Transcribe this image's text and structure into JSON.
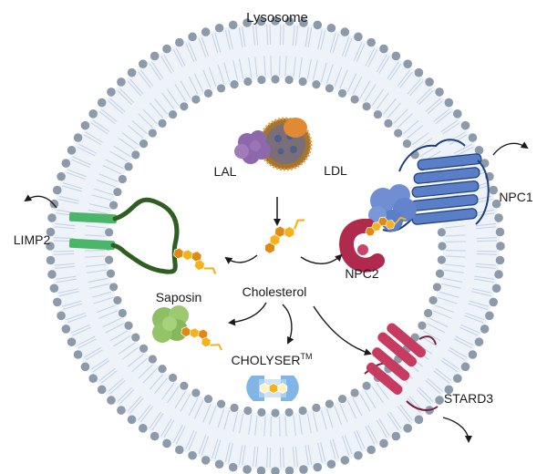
{
  "title": "Lysosome",
  "labels": {
    "lal": "LAL",
    "ldl": "LDL",
    "npc1": "NPC1",
    "npc2": "NPC2",
    "limp2": "LIMP2",
    "saposin": "Saposin",
    "cholesterol": "Cholesterol",
    "cholyser": "CHOLYSER",
    "cholyser_tm": "TM",
    "stard3": "STARD3"
  },
  "colors": {
    "lipid_head": "#8d9aaa",
    "lipid_tail": "#c7d3e3",
    "cholesterol": "#f5b21c",
    "cholesterol_dark": "#e08a12",
    "npc1": "#5b7ec8",
    "npc2": "#b02a4e",
    "limp2": "#4bb56a",
    "limp2_loop": "#2f5e22",
    "saposin": "#8fbf63",
    "lal": "#8f68ac",
    "ldl": "#b27b2c",
    "ldl_cap": "#e08b34",
    "stard3": "#c83b61",
    "cholyser": "#6ba8e0"
  },
  "icons": [
    "cholesterol-molecule-icon",
    "lipid-bilayer-icon",
    "arrow-icon"
  ]
}
